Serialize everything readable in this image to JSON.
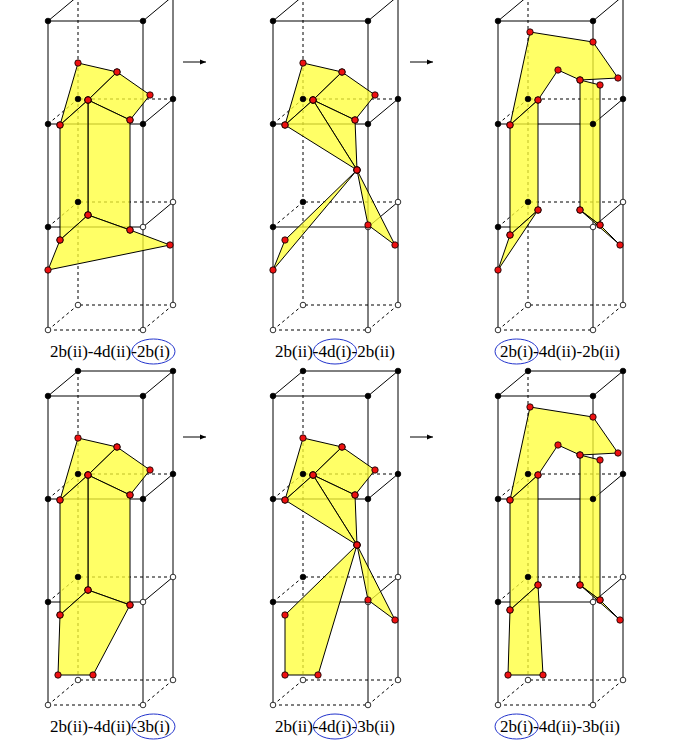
{
  "diagram": {
    "labels": [
      "2b(ii)-4d(ii)-2b(i)",
      "2b(ii)-4d(i)-2b(ii)",
      "2b(i)-4d(ii)-2b(ii)",
      "2b(ii)-4d(ii)-3b(i)",
      "2b(ii)-4d(i)-3b(ii)",
      "2b(i)-4d(ii)-3b(ii)"
    ]
  }
}
